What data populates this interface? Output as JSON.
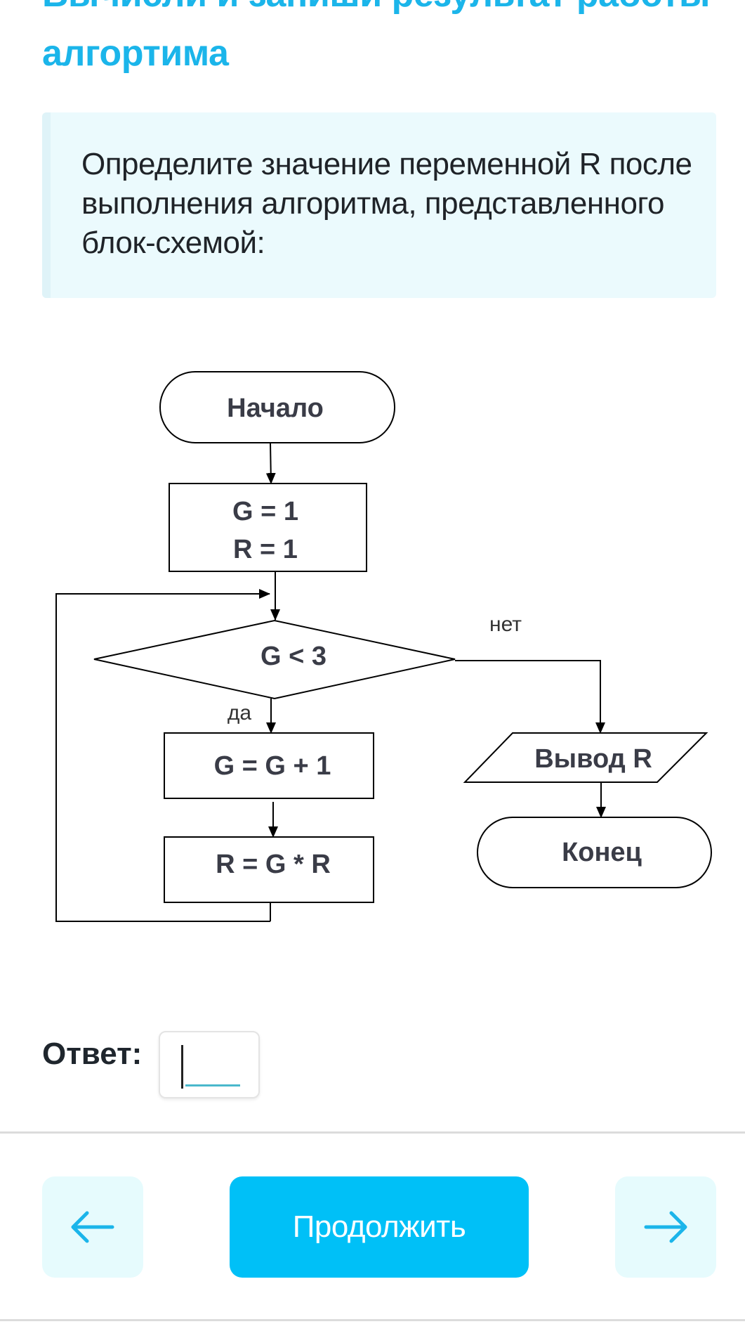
{
  "header": {
    "title": "Вычисли и запиши результат работы алгортима"
  },
  "question": {
    "text": "Определите значение переменной R после выполнения алгоритма, представленного блок-схемой:"
  },
  "flowchart": {
    "start": "Начало",
    "init_line1": "G = 1",
    "init_line2": "R = 1",
    "condition": "G < 3",
    "yes_label": "да",
    "no_label": "нет",
    "step1": "G = G + 1",
    "step2": "R = G * R",
    "output": "Вывод R",
    "end": "Конец"
  },
  "answer": {
    "label": "Ответ:",
    "value": ""
  },
  "navigation": {
    "back_icon": "arrow-left-icon",
    "continue_label": "Продолжить",
    "forward_icon": "arrow-right-icon"
  },
  "colors": {
    "accent": "#1bb5ea",
    "button": "#00c0f7",
    "card_bg": "#ebfafd",
    "nav_bg": "#e6fbfd"
  }
}
